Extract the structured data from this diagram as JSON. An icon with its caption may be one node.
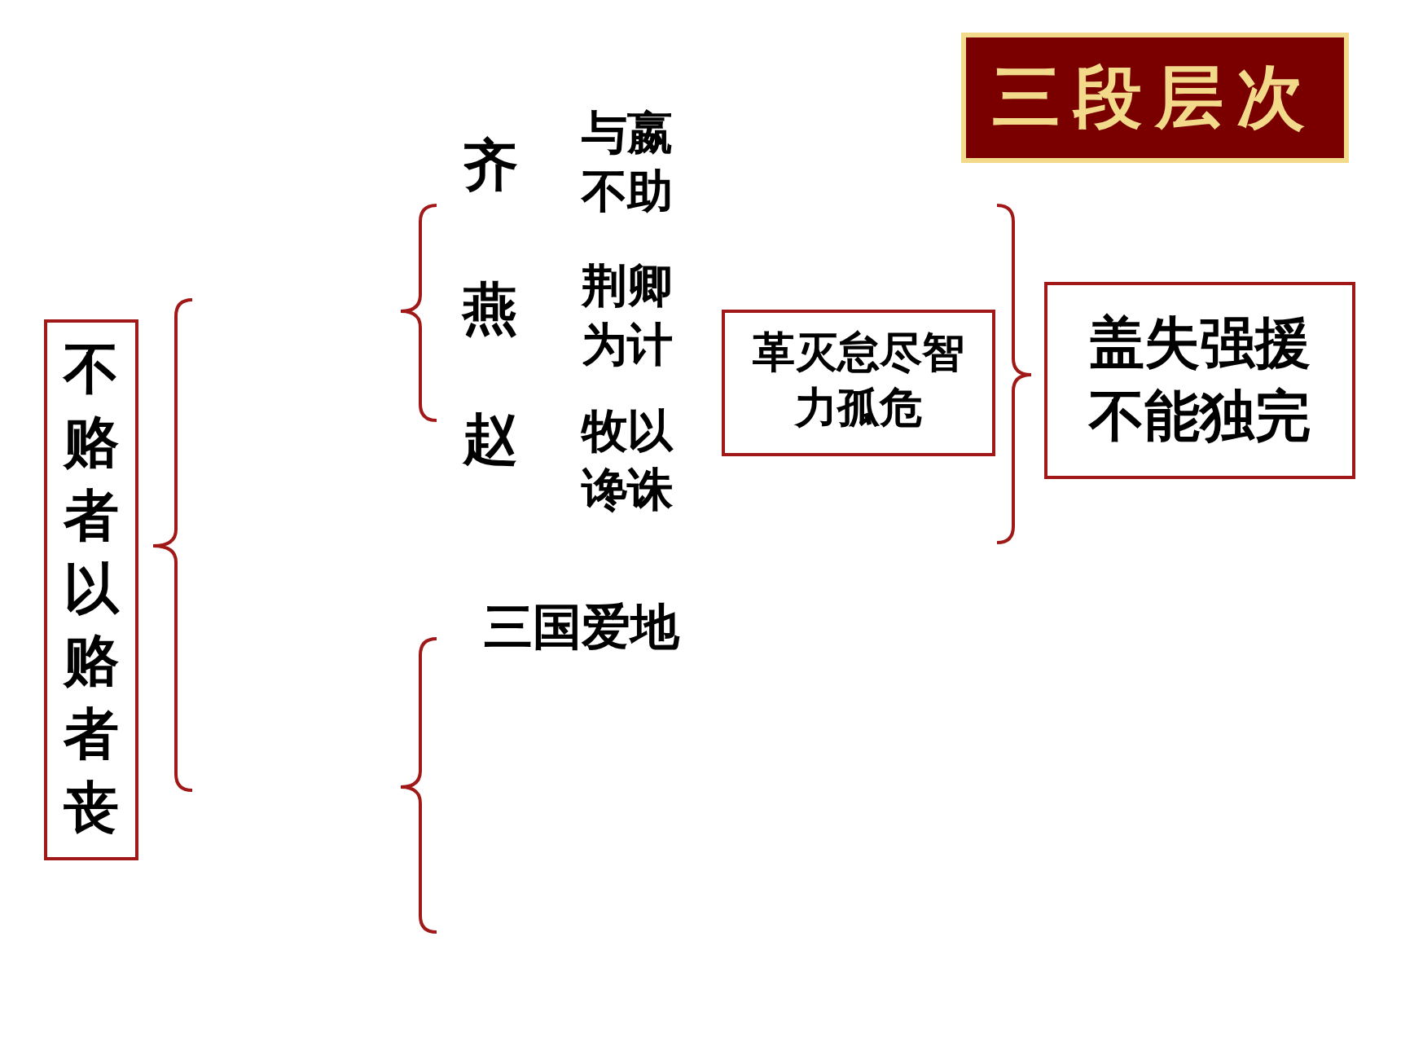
{
  "diagram": {
    "title": "三段层次",
    "nodes": [
      {
        "text": [
          "不赂者以赂者丧"
        ]
      },
      {
        "text": [
          "革灭怠尽智力孤危"
        ]
      },
      {
        "text": [
          "盖失强援不能独完"
        ]
      }
    ],
    "labels": [
      "齐",
      "与嬴不助",
      "燕",
      "荆卿为计",
      "赵",
      "牧以谗诛",
      "三国爱地"
    ]
  }
}
